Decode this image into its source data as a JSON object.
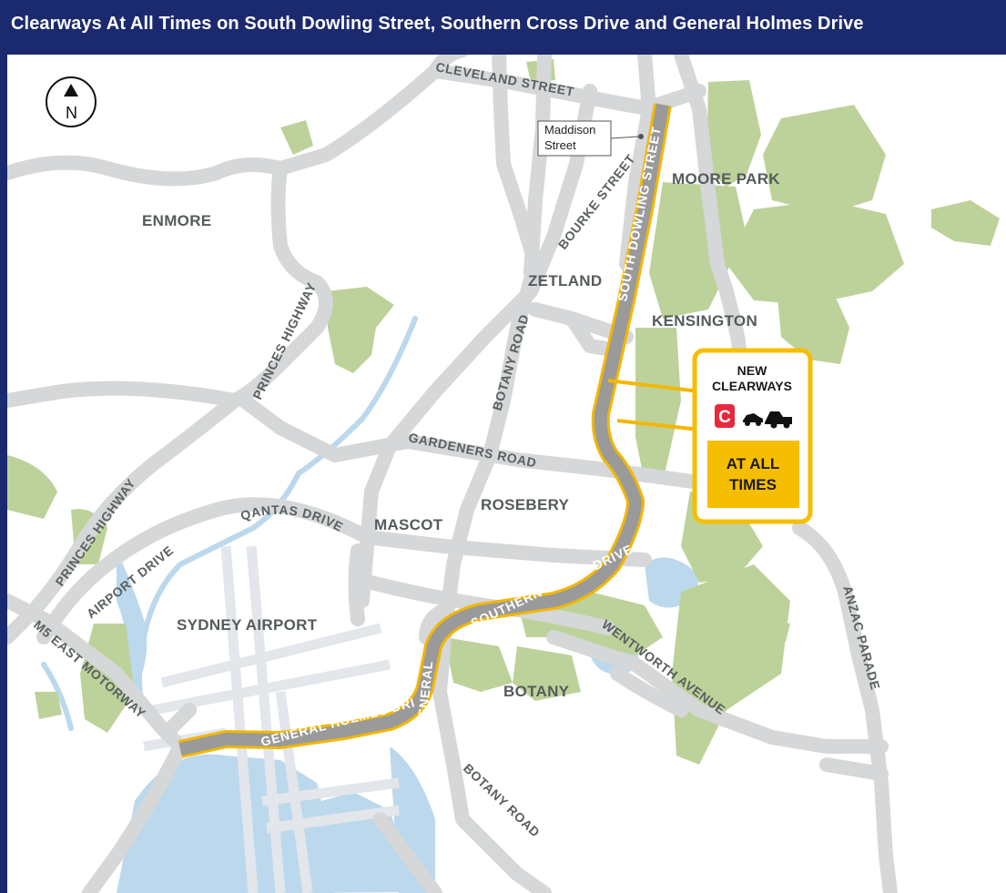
{
  "header": {
    "title": "Clearways At All Times on South Dowling Street, Southern Cross Drive and General Holmes Drive"
  },
  "north_arrow": {
    "letter": "N"
  },
  "suburbs": {
    "enmore": "ENMORE",
    "moore_park": "MOORE PARK",
    "zetland": "ZETLAND",
    "kensington": "KENSINGTON",
    "rosebery": "ROSEBERY",
    "mascot": "MASCOT",
    "sydney_airport": "SYDNEY AIRPORT",
    "botany": "BOTANY"
  },
  "roads": {
    "cleveland": "CLEVELAND STREET",
    "bourke": "BOURKE STREET",
    "south_dowling": "SOUTH DOWLING STREET",
    "princes_upper": "PRINCES HIGHWAY",
    "princes_lower": "PRINCES HIGHWAY",
    "botany_road_upper": "BOTANY ROAD",
    "botany_road_lower": "BOTANY ROAD",
    "gardeners": "GARDENERS ROAD",
    "qantas": "QANTAS DRIVE",
    "airport": "AIRPORT DRIVE",
    "southern_cross": "SOUTHERN CROSS DRIVE",
    "general_holmes_curve": "GENERAL HOLMES DRIVE",
    "general_holmes": "GENERAL HOLMES DRIVE",
    "wentworth": "WENTWORTH AVENUE",
    "anzac": "ANZAC PARADE",
    "m5": "M5 EAST MOTORWAY"
  },
  "callout": {
    "line1": "Maddison",
    "line2": "Street"
  },
  "legend": {
    "line1": "NEW",
    "line2": "CLEARWAYS",
    "clearway_symbol": "C",
    "at_line1": "AT ALL",
    "at_line2": "TIMES"
  },
  "colors": {
    "header": "#1b2a6e",
    "road": "#d5d7d8",
    "park": "#bdd29a",
    "water": "#bcd8ec",
    "clearway_route": "#9a9a9a",
    "clearway_outline": "#f2b705",
    "clearway_symbol": "#e8283c",
    "legend_box": "#f6be00"
  }
}
